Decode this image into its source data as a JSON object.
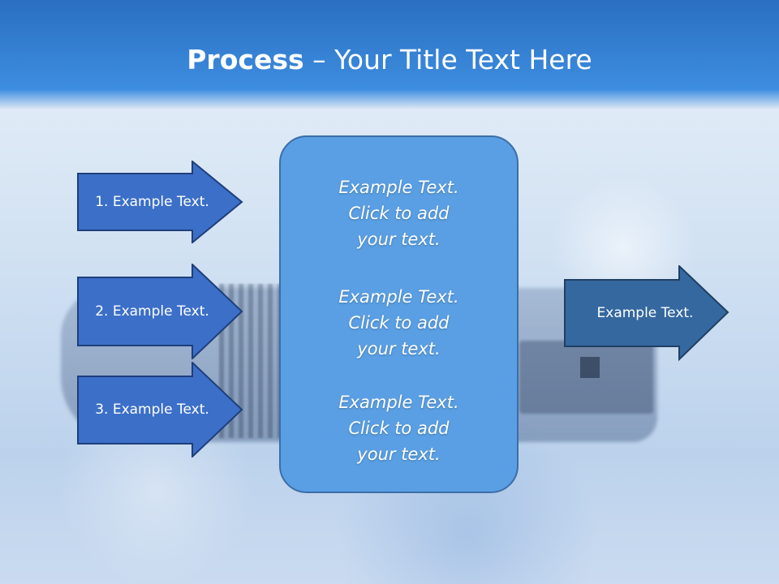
{
  "title": {
    "bold": "Process",
    "rest": " – Your Title Text Here"
  },
  "left_arrows": [
    {
      "label": "1. Example Text."
    },
    {
      "label": "2. Example Text."
    },
    {
      "label": "3. Example Text."
    }
  ],
  "center_box": {
    "items": [
      {
        "line1": "Example Text.",
        "line2": "Click  to add",
        "line3": "your text."
      },
      {
        "line1": "Example Text.",
        "line2": "Click  to add",
        "line3": "your text."
      },
      {
        "line1": "Example Text.",
        "line2": "Click  to add",
        "line3": "your text."
      }
    ]
  },
  "right_arrow": {
    "label": "Example Text."
  },
  "colors": {
    "arrow_left_fill": "#3c6fc8",
    "arrow_left_stroke": "#1e3f7a",
    "arrow_right_fill": "#35689f",
    "arrow_right_stroke": "#1f3f63",
    "box_fill": "#5a9fe3",
    "box_stroke": "#3b6ea8"
  }
}
